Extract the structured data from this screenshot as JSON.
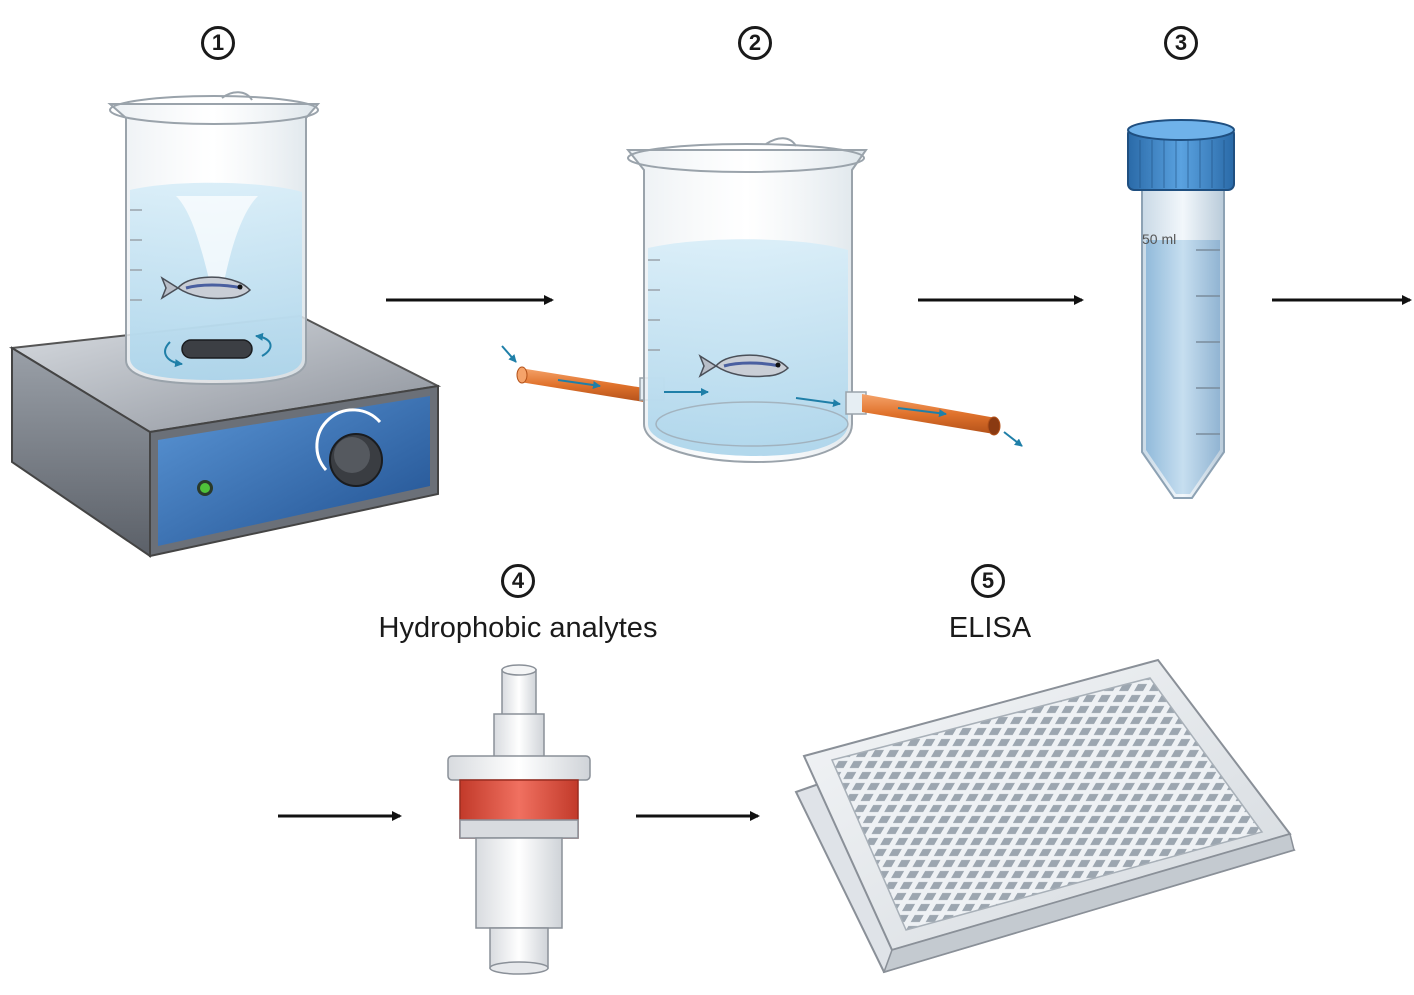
{
  "steps": [
    {
      "number": "1",
      "label": ""
    },
    {
      "number": "2",
      "label": ""
    },
    {
      "number": "3",
      "label": ""
    },
    {
      "number": "4",
      "label": "Hydrophobic analytes"
    },
    {
      "number": "5",
      "label": "ELISA"
    }
  ],
  "tube": {
    "volume_label": "50 ml"
  },
  "colors": {
    "water": "#bfe0f2",
    "tube_orange": "#e0722c",
    "flow_arrow": "#1f7fa8",
    "stirrer_panel": "#2f6fb3",
    "cap_blue": "#3d86c6",
    "filter_red": "#e05040",
    "led_green": "#4fc23a"
  },
  "icons": [
    "magnetic-stirrer-icon",
    "beaker-icon",
    "zebrafish-icon",
    "falcon-tube-icon",
    "syringe-filter-icon",
    "microplate-icon"
  ]
}
